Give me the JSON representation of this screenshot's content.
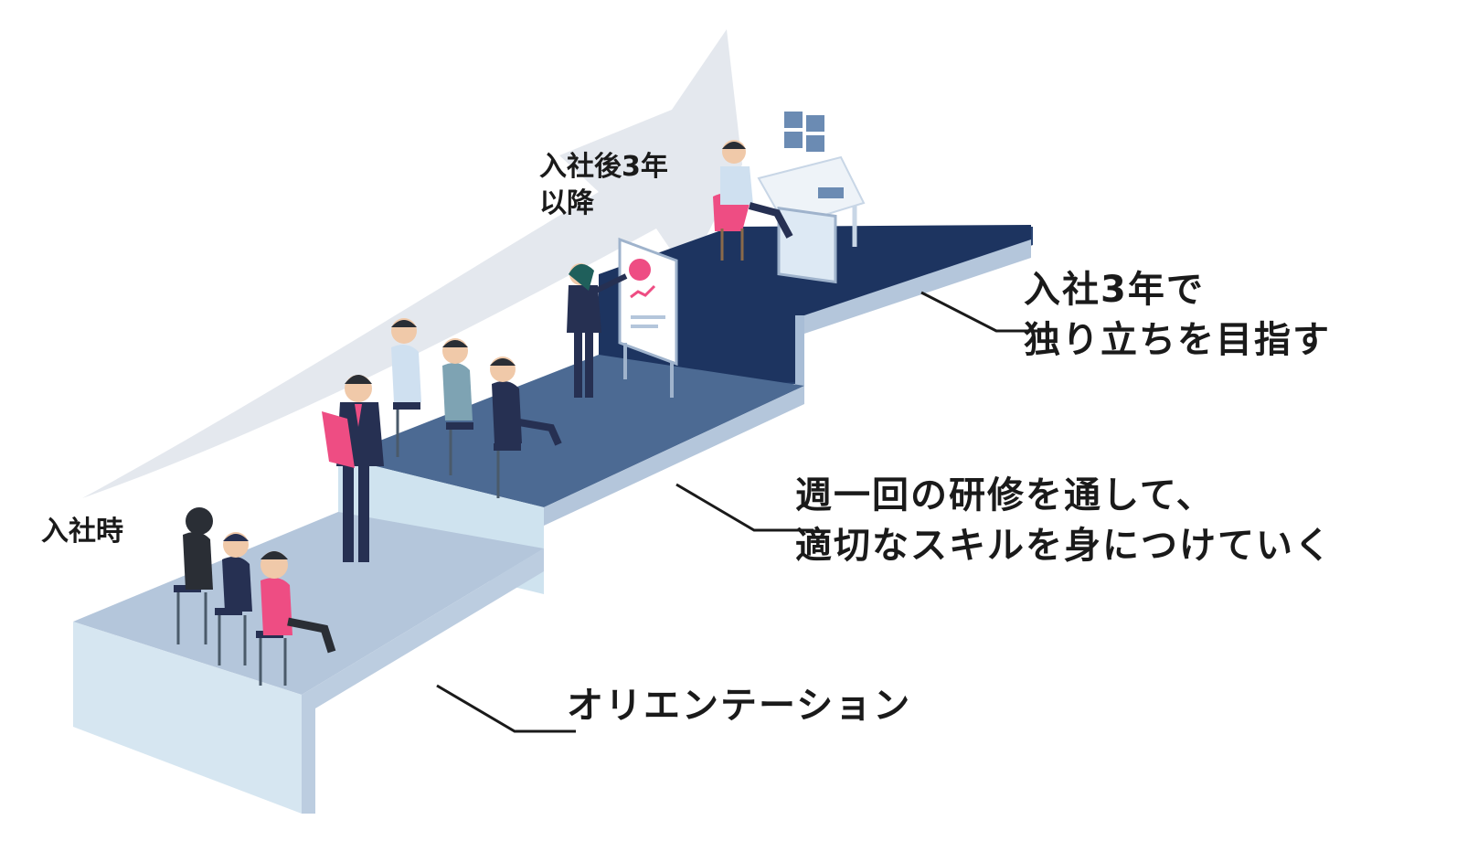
{
  "stages": {
    "start_label": "入社時",
    "after_label_line1": "入社後3年",
    "after_label_line2": "以降"
  },
  "callouts": {
    "orientation": "オリエンテーション",
    "training_line1": "週一回の研修を通して、",
    "training_line2": "適切なスキルを身につけていく",
    "independent_line1": "入社3年で",
    "independent_line2": "独り立ちを目指す"
  },
  "colors": {
    "arrow": "#e4e8ee",
    "step1_top": "#b4c6db",
    "step1_side": "#d6e6f1",
    "step2_top": "#4c6a93",
    "step2_side": "#cfe3ef",
    "step3_top": "#1d3460",
    "accent_pink": "#ee4d83",
    "suit_navy": "#263052"
  }
}
